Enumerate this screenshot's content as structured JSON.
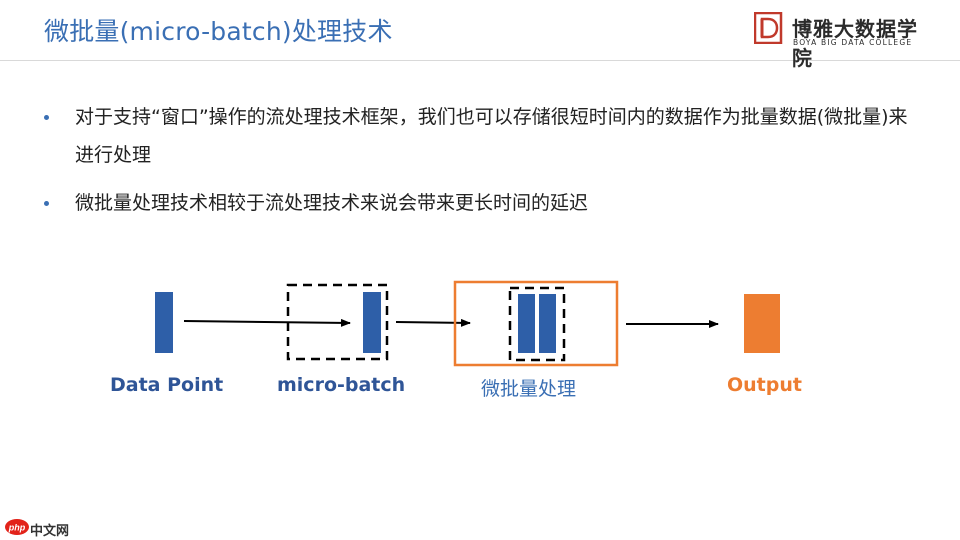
{
  "header": {
    "title": "微批量(micro-batch)处理技术",
    "logo_name": "博雅大数据学院",
    "logo_sub": "BOYA BIG DATA COLLEGE"
  },
  "bullets": [
    "对于支持“窗口”操作的流处理技术框架，我们也可以存储很短时间内的数据作为批量数据(微批量)来进行处理",
    "微批量处理技术相较于流处理技术来说会带来更长时间的延迟"
  ],
  "diagram": {
    "labels": {
      "data_point": "Data Point",
      "micro_batch": "micro-batch",
      "processing": "微批量处理",
      "output": "Output"
    },
    "colors": {
      "blue": "#2e5fa8",
      "orange": "#ed7d31",
      "label_blue": "#2f5597",
      "processing_label": "#3a6fb4"
    }
  },
  "watermark": {
    "text": "中文网",
    "badge": "php"
  }
}
